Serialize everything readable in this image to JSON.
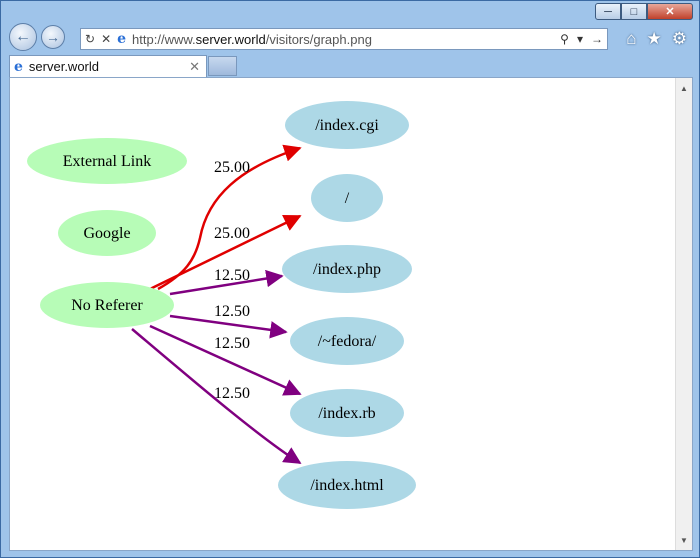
{
  "browser": {
    "url_prefix": "http://www.",
    "url_host": "server.world",
    "url_path": "/visitors/graph.png",
    "tab_title": "server.world"
  },
  "graph": {
    "sources": [
      {
        "id": "external-link",
        "label": "External Link"
      },
      {
        "id": "google",
        "label": "Google"
      },
      {
        "id": "no-referer",
        "label": "No Referer"
      }
    ],
    "targets": [
      {
        "id": "index-cgi",
        "label": "/index.cgi"
      },
      {
        "id": "root",
        "label": "/"
      },
      {
        "id": "index-php",
        "label": "/index.php"
      },
      {
        "id": "fedora",
        "label": "/~fedora/"
      },
      {
        "id": "index-rb",
        "label": "/index.rb"
      },
      {
        "id": "index-html",
        "label": "/index.html"
      }
    ],
    "edges": [
      {
        "from": "no-referer",
        "to": "index-cgi",
        "label": "25.00",
        "color": "#e00000"
      },
      {
        "from": "no-referer",
        "to": "root",
        "label": "25.00",
        "color": "#e00000"
      },
      {
        "from": "no-referer",
        "to": "index-php",
        "label": "12.50",
        "color": "#800080"
      },
      {
        "from": "no-referer",
        "to": "fedora",
        "label": "12.50",
        "color": "#800080"
      },
      {
        "from": "no-referer",
        "to": "index-rb",
        "label": "12.50",
        "color": "#800080"
      },
      {
        "from": "no-referer",
        "to": "index-html",
        "label": "12.50",
        "color": "#800080"
      }
    ],
    "source_color": "#b7fcb7",
    "target_color": "#add8e6"
  }
}
